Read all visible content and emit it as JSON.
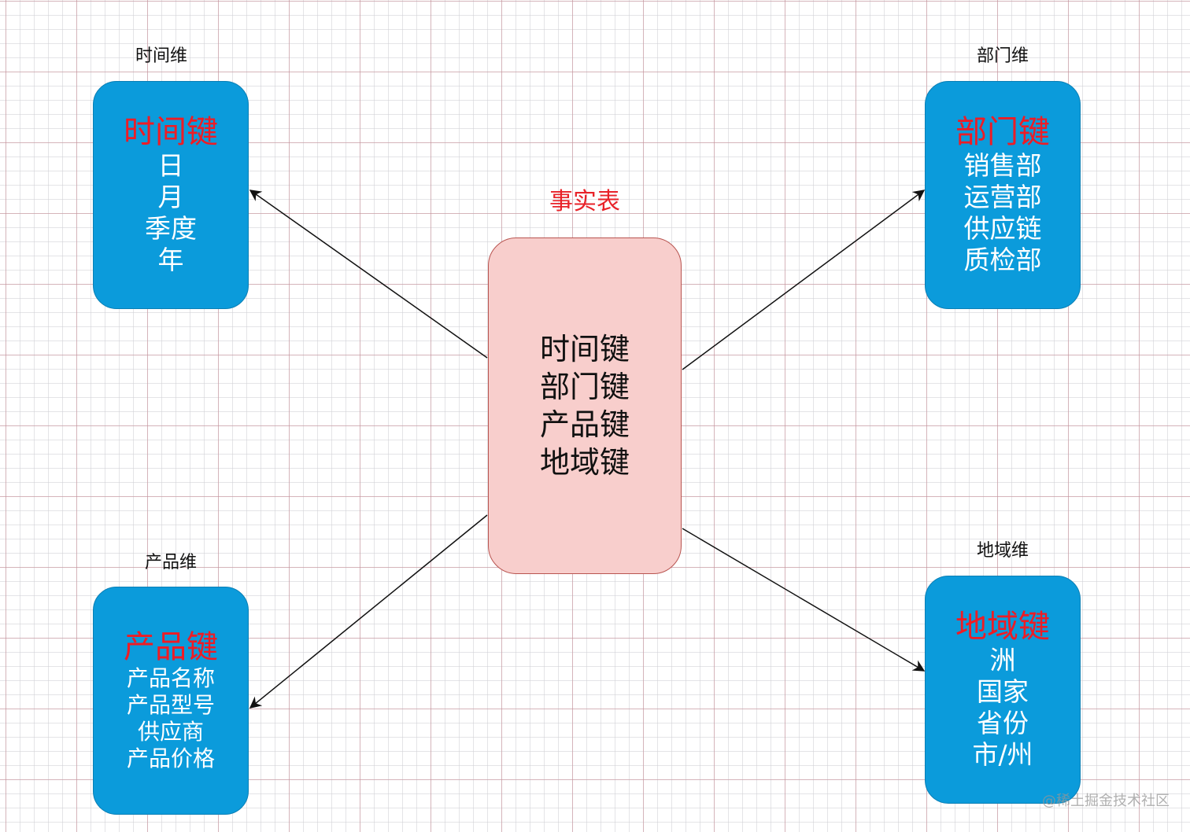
{
  "colors": {
    "dimension_fill": "#0b9bdb",
    "dimension_key_text": "#ee1c25",
    "dimension_attr_text": "#ffffff",
    "fact_fill": "#f8cecc",
    "fact_border": "#b85450",
    "fact_title_text": "#e82229",
    "arrow": "#111111"
  },
  "fact": {
    "title": "事实表",
    "keys": [
      "时间键",
      "部门键",
      "产品键",
      "地域键"
    ]
  },
  "dimensions": {
    "time": {
      "title": "时间维",
      "key": "时间键",
      "attributes": [
        "日",
        "月",
        "季度",
        "年"
      ]
    },
    "department": {
      "title": "部门维",
      "key": "部门键",
      "attributes": [
        "销售部",
        "运营部",
        "供应链",
        "质检部"
      ]
    },
    "product": {
      "title": "产品维",
      "key": "产品键",
      "attributes": [
        "产品名称",
        "产品型号",
        "供应商",
        "产品价格"
      ]
    },
    "region": {
      "title": "地域维",
      "key": "地域键",
      "attributes": [
        "洲",
        "国家",
        "省份",
        "市/州"
      ]
    }
  },
  "watermark": "@稀土掘金技术社区"
}
